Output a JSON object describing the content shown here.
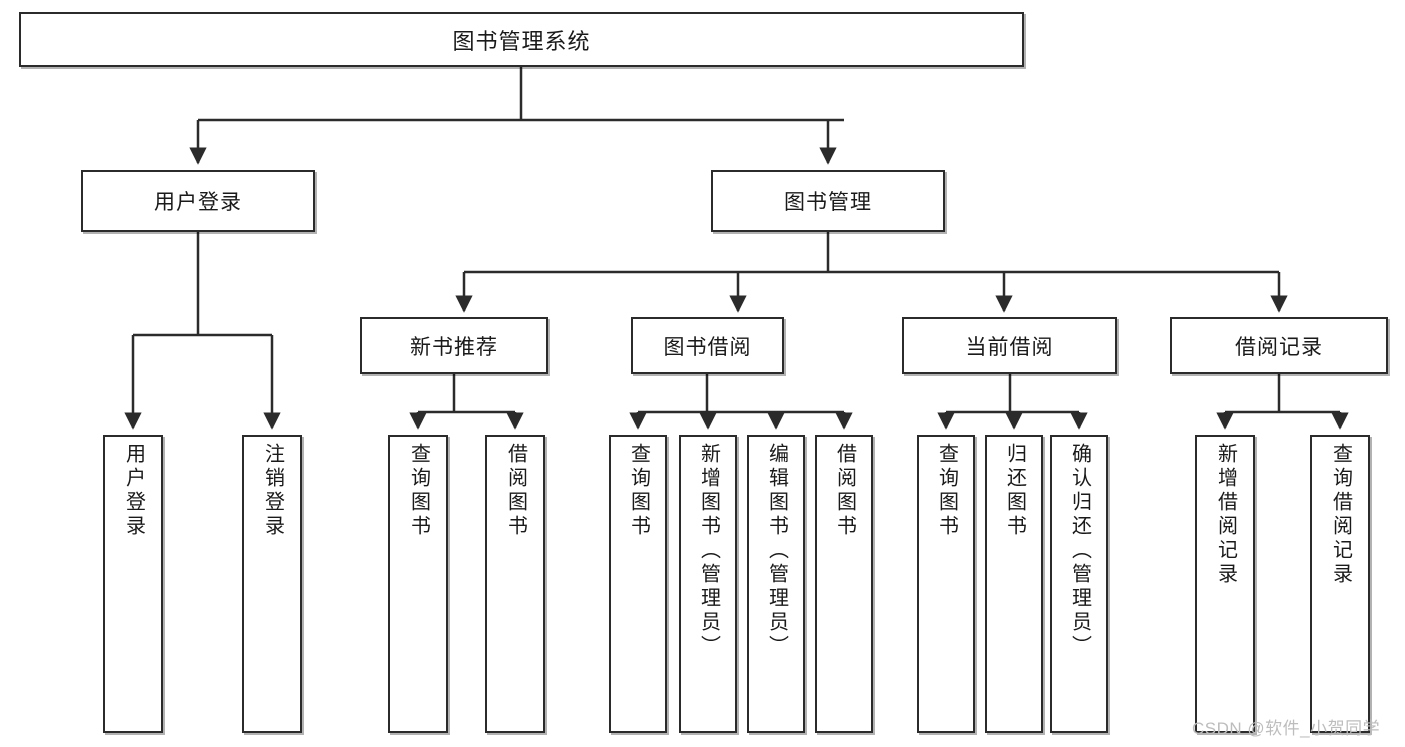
{
  "diagram": {
    "type": "tree-hierarchy",
    "title": "图书管理系统",
    "root": {
      "label": "图书管理系统"
    },
    "level2": [
      {
        "label": "用户登录"
      },
      {
        "label": "图书管理"
      }
    ],
    "level3": [
      {
        "label": "新书推荐"
      },
      {
        "label": "图书借阅"
      },
      {
        "label": "当前借阅"
      },
      {
        "label": "借阅记录"
      }
    ],
    "leaves": {
      "user_login": [
        {
          "label": "用户登录"
        },
        {
          "label": "注销登录"
        }
      ],
      "new_book_recommend": [
        {
          "label": "查询图书"
        },
        {
          "label": "借阅图书"
        }
      ],
      "book_borrow": [
        {
          "label": "查询图书"
        },
        {
          "label": "新增图书（管理员）"
        },
        {
          "label": "编辑图书（管理员）"
        },
        {
          "label": "借阅图书"
        }
      ],
      "current_borrow": [
        {
          "label": "查询图书"
        },
        {
          "label": "归还图书"
        },
        {
          "label": "确认归还（管理员）"
        }
      ],
      "borrow_record": [
        {
          "label": "新增借阅记录"
        },
        {
          "label": "查询借阅记录"
        }
      ]
    }
  },
  "watermark": {
    "text": "CSDN @软件_小贺同学"
  },
  "colors": {
    "stroke": "#2b2b2b",
    "fill": "#ffffff",
    "text": "#1a1a1a",
    "watermark": "#bdbdbd"
  }
}
